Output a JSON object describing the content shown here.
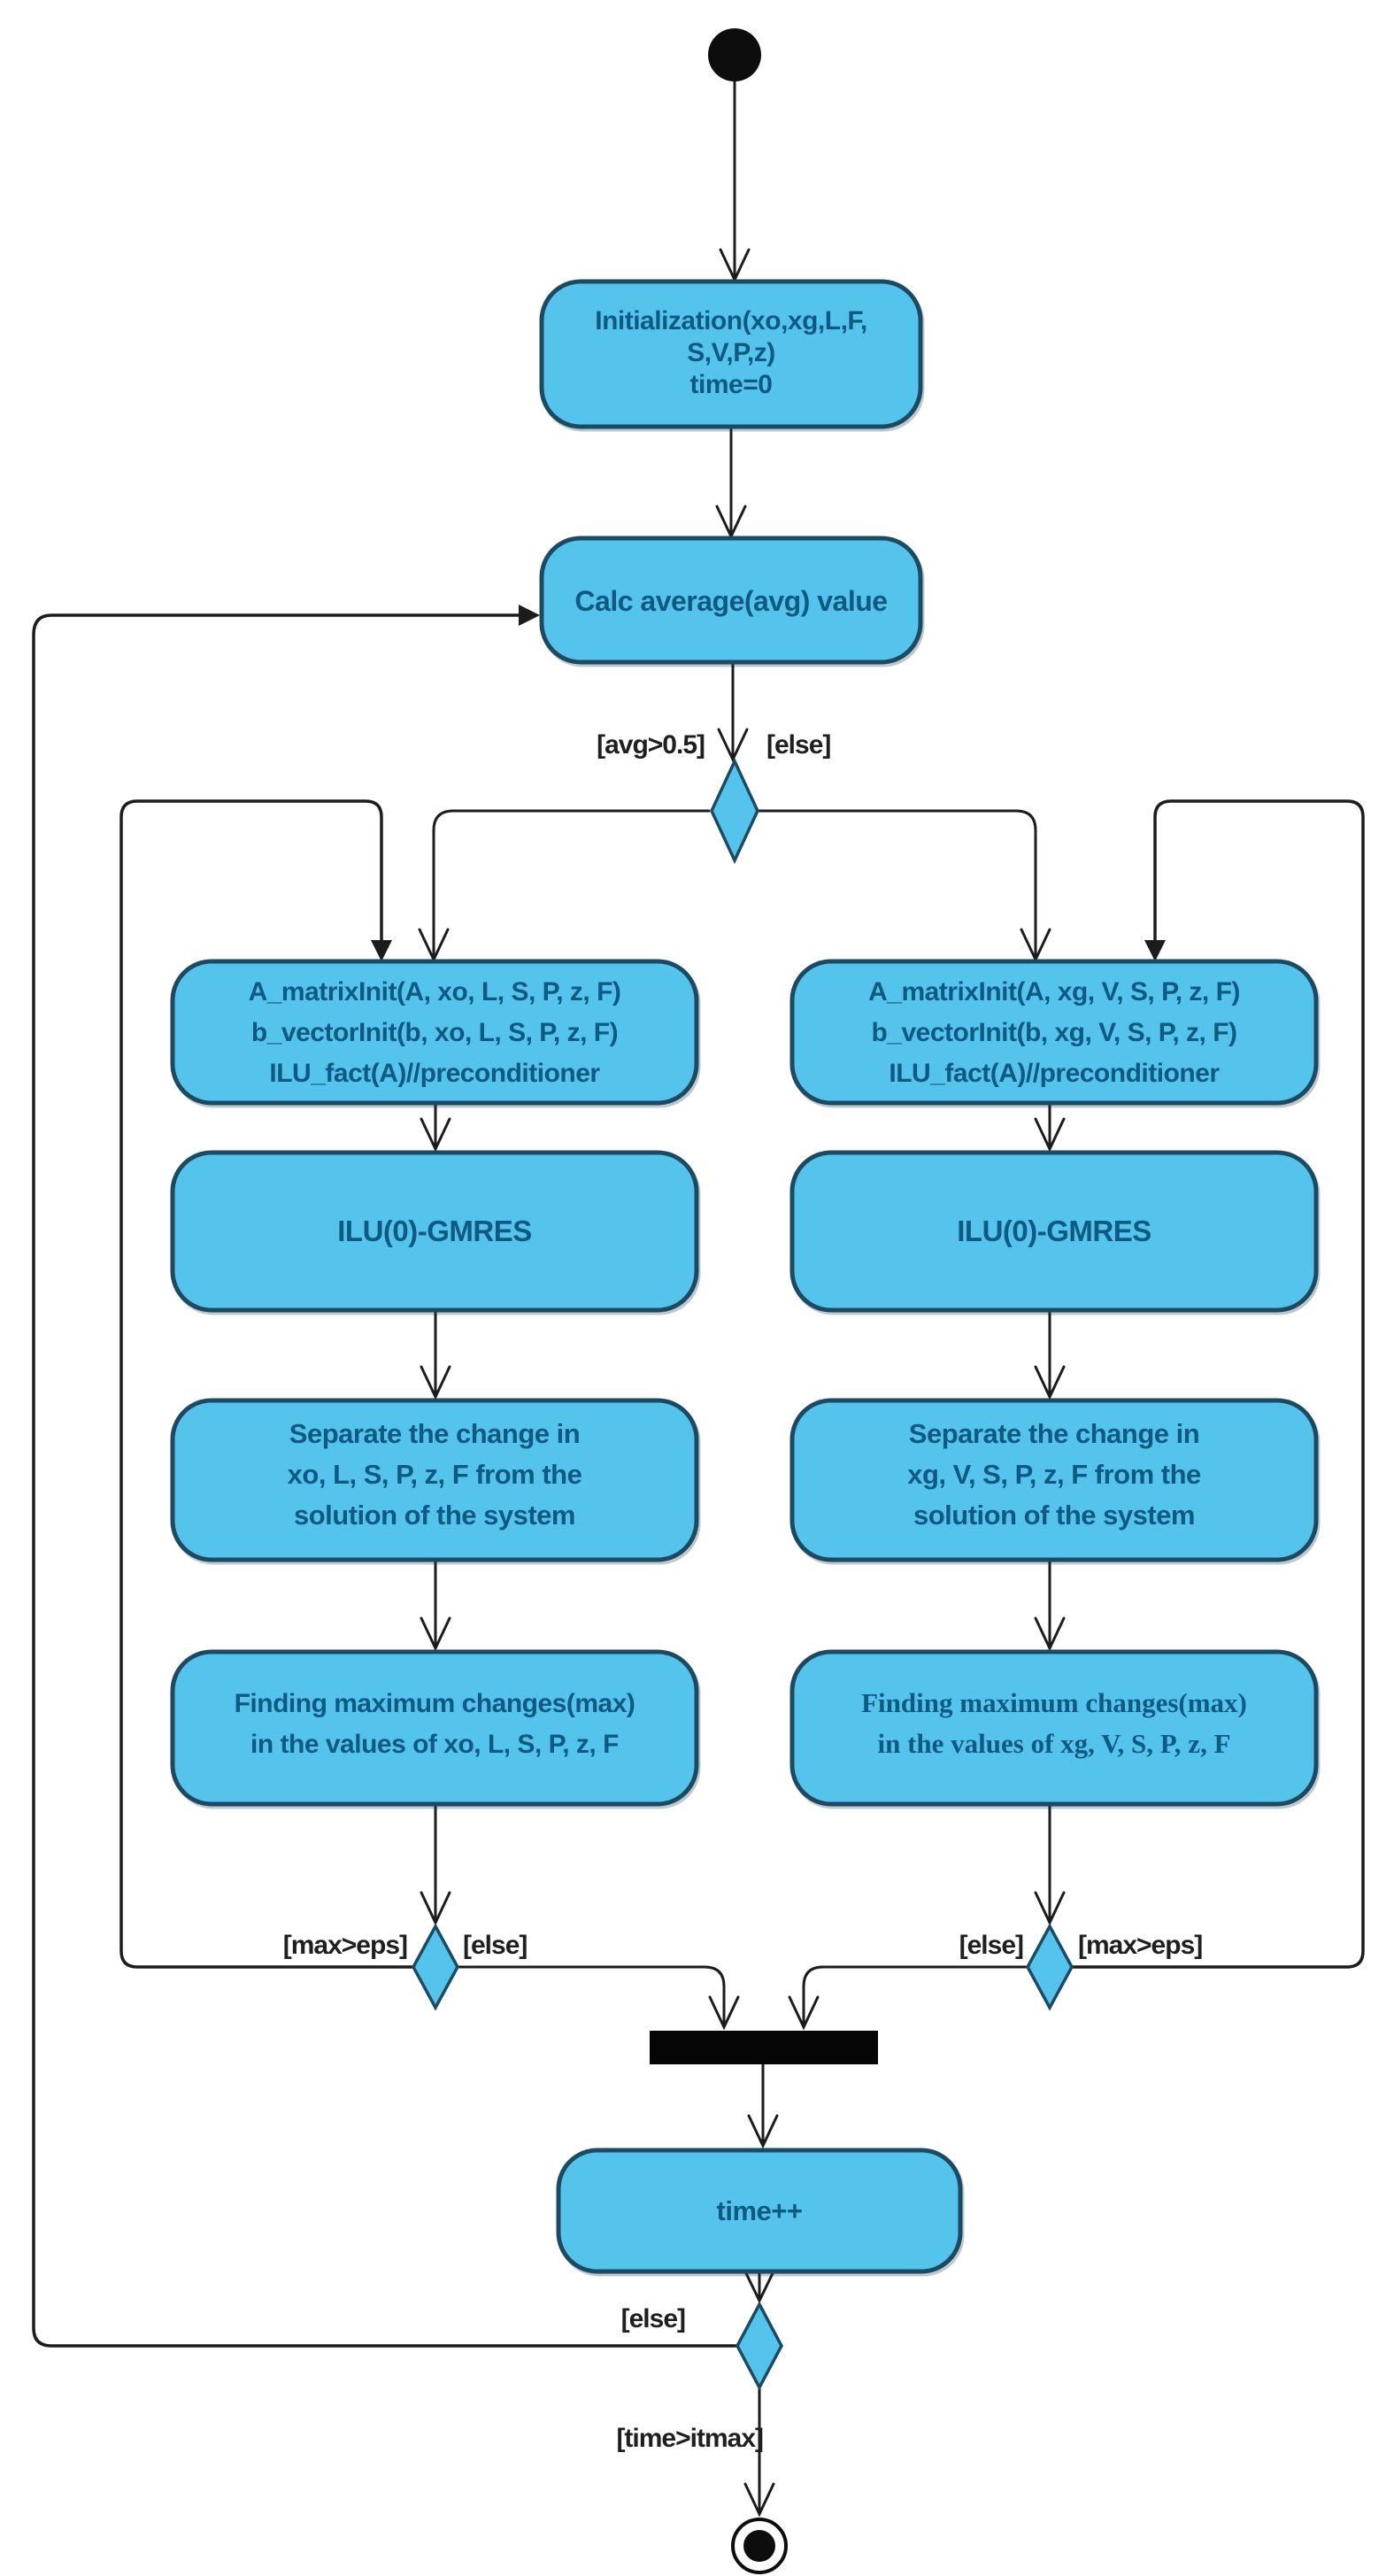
{
  "diagram": {
    "title": "Activity diagram of iterative solver with avg-based branching",
    "colors": {
      "node_fill": "#54c4ed",
      "node_border": "#1d4a63",
      "node_text": "#0f5a82",
      "line": "#1c1c1c",
      "label_text": "#1f1f1f"
    },
    "nodes": {
      "init": {
        "line1": "Initialization(xo,xg,L,F,",
        "line2": "S,V,P,z)",
        "line3": "time=0"
      },
      "calc": {
        "label": "Calc average(avg) value"
      },
      "left_init": {
        "line1": "A_matrixInit(A, xo, L, S, P, z, F)",
        "line2": "b_vectorInit(b, xo, L, S, P, z, F)",
        "line3": "ILU_fact(A)//preconditioner"
      },
      "right_init": {
        "line1": "A_matrixInit(A, xg, V, S, P, z, F)",
        "line2": "b_vectorInit(b, xg, V, S, P, z, F)",
        "line3": "ILU_fact(A)//preconditioner"
      },
      "left_gmres": {
        "label": "ILU(0)-GMRES"
      },
      "right_gmres": {
        "label": "ILU(0)-GMRES"
      },
      "left_separate": {
        "line1": "Separate the change in",
        "line2": "xo, L, S, P, z, F from the",
        "line3": "solution of the system"
      },
      "right_separate": {
        "line1": "Separate the change in",
        "line2": "xg, V, S, P, z, F from the",
        "line3": "solution of the system"
      },
      "left_finding": {
        "line1": "Finding maximum changes(max)",
        "line2": "in the values of xo, L, S, P, z, F"
      },
      "right_finding": {
        "line1": "Finding maximum changes(max)",
        "line2": "in the values of xg, V, S, P, z, F"
      },
      "time": {
        "label": "time++"
      }
    },
    "guards": {
      "avg_gt": "[avg>0.5]",
      "avg_else": "[else]",
      "left_max": "[max>eps]",
      "left_else": "[else]",
      "right_else": "[else]",
      "right_max": "[max>eps]",
      "time_else": "[else]",
      "time_gt": "[time>itmax]"
    }
  }
}
